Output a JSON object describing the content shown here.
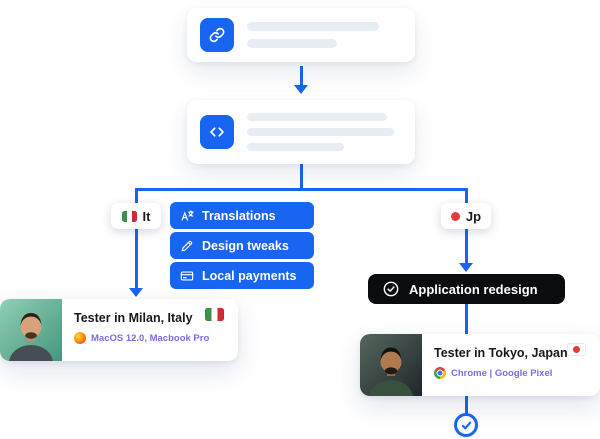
{
  "colors": {
    "accent_blue": "#1765F1",
    "pill_black": "#0B0C10",
    "subtitle_purple": "#7C6CE8",
    "skeleton_gray": "#E8EDF3"
  },
  "flow": {
    "step1": {
      "icon": "link-icon",
      "skeleton_lines": 2
    },
    "step2": {
      "icon": "code-icon",
      "skeleton_lines": 3
    }
  },
  "left_branch": {
    "badge_label": "It",
    "badge_flag": "italy-flag-icon",
    "pills": [
      {
        "icon": "translate-icon",
        "label": "Translations"
      },
      {
        "icon": "pen-icon",
        "label": "Design tweaks"
      },
      {
        "icon": "payment-card-icon",
        "label": "Local payments"
      }
    ],
    "tester": {
      "title": "Tester in Milan, Italy",
      "subtitle": "MacOS 12.0, Macbook Pro",
      "browser_icon": "firefox-icon",
      "flag": "italy-flag-icon"
    }
  },
  "right_branch": {
    "badge_label": "Jp",
    "badge_flag": "japan-flag-icon",
    "task": {
      "icon": "check-circle-icon",
      "label": "Application redesign"
    },
    "tester": {
      "title": "Tester in Tokyo, Japan",
      "subtitle": "Chrome | Google Pixel",
      "browser_icon": "chrome-icon",
      "flag": "japan-flag-icon"
    },
    "end_icon": "check-circle-icon"
  }
}
